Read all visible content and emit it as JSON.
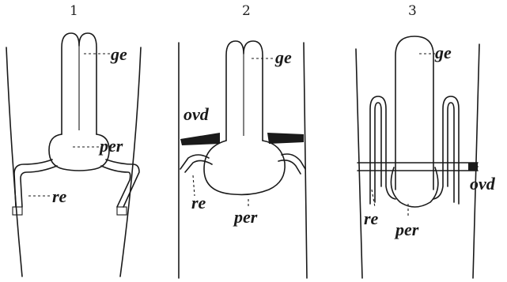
{
  "figure": {
    "panels": [
      {
        "number": "1",
        "labels": {
          "ge": "ge",
          "per": "per",
          "re": "re"
        }
      },
      {
        "number": "2",
        "labels": {
          "ge": "ge",
          "ovd": "ovd",
          "re": "re",
          "per": "per"
        }
      },
      {
        "number": "3",
        "labels": {
          "ge": "ge",
          "ovd": "ovd",
          "re": "re",
          "per": "per"
        }
      }
    ]
  }
}
